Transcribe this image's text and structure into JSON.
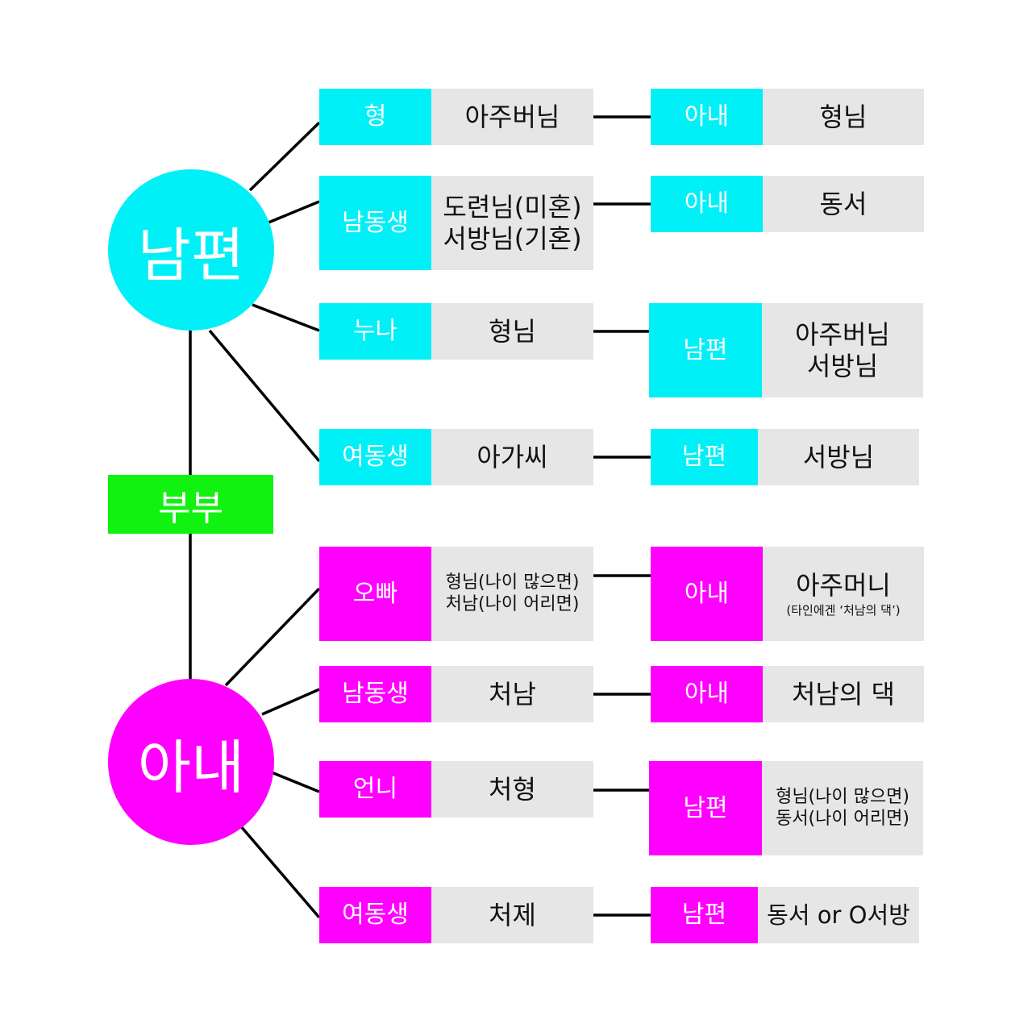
{
  "colors": {
    "husband": "#00f0f8",
    "wife": "#ff00ff",
    "couple": "#11f211",
    "cell": "#e6e6e6",
    "line": "#000000"
  },
  "husband": "남편",
  "wife": "아내",
  "couple": "부부",
  "husband_rows": [
    {
      "relation": "형",
      "term": [
        "아주버님"
      ],
      "spouse_relation": "아내",
      "spouse_term": [
        "형님"
      ]
    },
    {
      "relation": "남동생",
      "term": [
        "도련님(미혼)",
        "서방님(기혼)"
      ],
      "spouse_relation": "아내",
      "spouse_term": [
        "동서"
      ]
    },
    {
      "relation": "누나",
      "term": [
        "형님"
      ],
      "spouse_relation": "남편",
      "spouse_term": [
        "아주버님",
        "서방님"
      ]
    },
    {
      "relation": "여동생",
      "term": [
        "아가씨"
      ],
      "spouse_relation": "남편",
      "spouse_term": [
        "서방님"
      ]
    }
  ],
  "wife_rows": [
    {
      "relation": "오빠",
      "term": [
        "형님(나이 많으면)",
        "처남(나이 어리면)"
      ],
      "spouse_relation": "아내",
      "spouse_term": [
        "아주머니"
      ],
      "spouse_note": "(타인에겐 ‘처남의 댁’)"
    },
    {
      "relation": "남동생",
      "term": [
        "처남"
      ],
      "spouse_relation": "아내",
      "spouse_term": [
        "처남의 댁"
      ]
    },
    {
      "relation": "언니",
      "term": [
        "처형"
      ],
      "spouse_relation": "남편",
      "spouse_term": [
        "형님(나이 많으면)",
        "동서(나이 어리면)"
      ]
    },
    {
      "relation": "여동생",
      "term": [
        "처제"
      ],
      "spouse_relation": "남편",
      "spouse_term": [
        "동서 or O서방"
      ]
    }
  ]
}
